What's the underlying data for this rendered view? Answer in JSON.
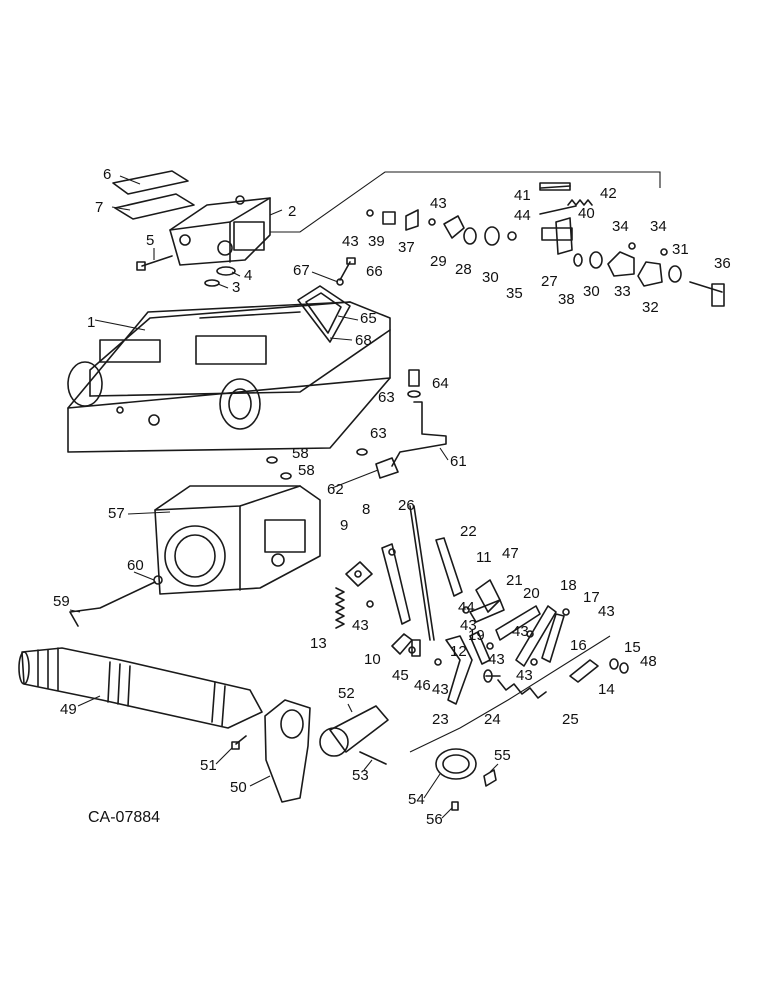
{
  "drawing_code": "CA-07884",
  "callouts": {
    "c1": "1",
    "c2": "2",
    "c3": "3",
    "c4": "4",
    "c5": "5",
    "c6": "6",
    "c7": "7",
    "c8": "8",
    "c9": "9",
    "c10": "10",
    "c11": "11",
    "c12": "12",
    "c13": "13",
    "c14": "14",
    "c15": "15",
    "c16": "16",
    "c17": "17",
    "c18": "18",
    "c19": "19",
    "c20": "20",
    "c21": "21",
    "c22": "22",
    "c23": "23",
    "c24": "24",
    "c25": "25",
    "c26": "26",
    "c27": "27",
    "c28": "28",
    "c29": "29",
    "c30a": "30",
    "c30b": "30",
    "c31": "31",
    "c32": "32",
    "c33": "33",
    "c34a": "34",
    "c34b": "34",
    "c35": "35",
    "c36": "36",
    "c37": "37",
    "c38": "38",
    "c39": "39",
    "c40": "40",
    "c41": "41",
    "c42": "42",
    "c43a": "43",
    "c43b": "43",
    "c43c": "43",
    "c43d": "43",
    "c43e": "43",
    "c43f": "43",
    "c43g": "43",
    "c43h": "43",
    "c43i": "43",
    "c44a": "44",
    "c44b": "44",
    "c45": "45",
    "c46": "46",
    "c47": "47",
    "c48": "48",
    "c49": "49",
    "c50": "50",
    "c51": "51",
    "c52": "52",
    "c53": "53",
    "c54": "54",
    "c55": "55",
    "c56": "56",
    "c57": "57",
    "c58a": "58",
    "c58b": "58",
    "c59": "59",
    "c60": "60",
    "c61": "61",
    "c62": "62",
    "c63a": "63",
    "c63b": "63",
    "c64": "64",
    "c65": "65",
    "c66": "66",
    "c67": "67",
    "c68": "68"
  }
}
